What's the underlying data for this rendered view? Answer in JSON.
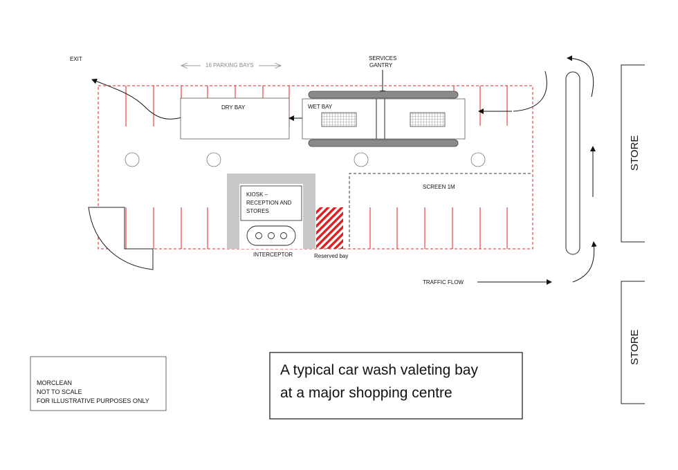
{
  "labels": {
    "exit": "EXIT",
    "parking_bays": "16 PARKING BAYS",
    "services_gantry_line1": "SERVICES",
    "services_gantry_line2": "GANTRY",
    "dry_bay": "DRY BAY",
    "wet_bay": "WET BAY",
    "screen": "SCREEN 1M",
    "kiosk_line1": "KIOSK –",
    "kiosk_line2": "RECEPTION AND",
    "kiosk_line3": "STORES",
    "interceptor": "INTERCEPTOR",
    "reserved_bay": "Reserved bay",
    "traffic_flow": "TRAFFIC FLOW",
    "store_top": "STORE",
    "store_bottom": "STORE"
  },
  "note": {
    "line1": "MORCLEAN",
    "line2": "NOT TO SCALE",
    "line3": "FOR ILLUSTRATIVE PURPOSES ONLY"
  },
  "caption": {
    "line1": "A typical car wash valeting bay",
    "line2": "at a major shopping centre"
  },
  "colors": {
    "bay_lines": "#e02020",
    "kiosk_surround": "#c8c8c8",
    "reserved_hatch": "#e02020",
    "outline": "#222222"
  }
}
